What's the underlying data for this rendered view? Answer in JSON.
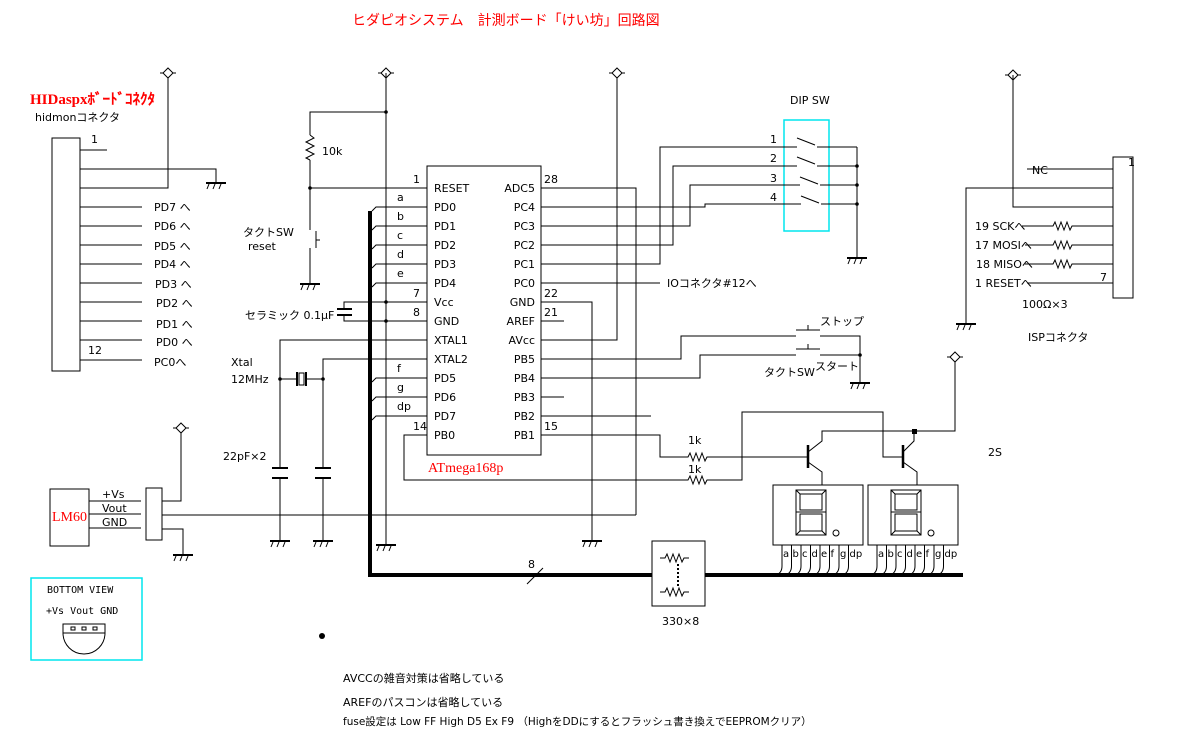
{
  "title": "ヒダピオシステム　計測ボード「けい坊」回路図",
  "hidaspx": {
    "title": "HIDaspxﾎﾞｰﾄﾞｺﾈｸﾀ",
    "subtitle": "hidmonコネクタ",
    "pin_first": "1",
    "pin_last": "12",
    "signals": [
      "PD7 へ",
      "PD6 へ",
      "PD5 へ",
      "PD4 へ",
      "PD3 へ",
      "PD2 へ",
      "PD1 へ",
      "PD0 へ",
      "PC0へ"
    ]
  },
  "reset": {
    "resistor": "10k",
    "switch_label": "タクトSW",
    "switch_name": "reset"
  },
  "bypass_cap": "セラミック  0.1μF",
  "xtal": {
    "label": "Xtal",
    "freq": "12MHz",
    "caps": "22pF×2"
  },
  "mcu": {
    "name": "ATmega168p",
    "left_pins": [
      {
        "num": "1",
        "net": "",
        "name": "RESET"
      },
      {
        "num": "",
        "net": "a",
        "name": "PD0"
      },
      {
        "num": "",
        "net": "b",
        "name": "PD1"
      },
      {
        "num": "",
        "net": "c",
        "name": "PD2"
      },
      {
        "num": "",
        "net": "d",
        "name": "PD3"
      },
      {
        "num": "",
        "net": "e",
        "name": "PD4"
      },
      {
        "num": "7",
        "net": "",
        "name": "Vcc"
      },
      {
        "num": "8",
        "net": "",
        "name": "GND"
      },
      {
        "num": "",
        "net": "",
        "name": "XTAL1"
      },
      {
        "num": "",
        "net": "",
        "name": "XTAL2"
      },
      {
        "num": "",
        "net": "f",
        "name": "PD5"
      },
      {
        "num": "",
        "net": "g",
        "name": "PD6"
      },
      {
        "num": "",
        "net": "dp",
        "name": "PD7"
      },
      {
        "num": "14",
        "net": "",
        "name": "PB0"
      }
    ],
    "right_pins": [
      {
        "num": "28",
        "name": "ADC5"
      },
      {
        "num": "",
        "name": "PC4"
      },
      {
        "num": "",
        "name": "PC3"
      },
      {
        "num": "",
        "name": "PC2"
      },
      {
        "num": "",
        "name": "PC1"
      },
      {
        "num": "",
        "name": "PC0"
      },
      {
        "num": "22",
        "name": "GND"
      },
      {
        "num": "21",
        "name": "AREF"
      },
      {
        "num": "",
        "name": "AVcc"
      },
      {
        "num": "",
        "name": "PB5"
      },
      {
        "num": "",
        "name": "PB4"
      },
      {
        "num": "",
        "name": "PB3"
      },
      {
        "num": "",
        "name": "PB2"
      },
      {
        "num": "15",
        "name": "PB1"
      }
    ]
  },
  "dip": {
    "title": "DIP  SW",
    "numbers": [
      "1",
      "2",
      "3",
      "4"
    ]
  },
  "io_connector": "IOコネクタ#12へ",
  "tact": {
    "stop": "ストップ",
    "start": "スタート",
    "label": "タクトSW"
  },
  "isp": {
    "nc": "NC",
    "pin_first": "1",
    "pin_last": "7",
    "signals": [
      "19 SCKへ",
      "17 MOSIへ",
      "18 MISOへ",
      "1 RESETへ"
    ],
    "resistors": "100Ω×3",
    "title": "ISPコネクタ"
  },
  "transistors": {
    "base_r1": "1k",
    "base_r2": "1k",
    "type_partial": "2S"
  },
  "display_pins": [
    "a",
    "b",
    "c",
    "d",
    "e",
    "f",
    "g",
    "dp"
  ],
  "resistor_pack": "330×8",
  "bus_width": "8",
  "lm60": {
    "name": "LM60",
    "pins": [
      "+Vs",
      "Vout",
      "GND"
    ]
  },
  "bottom_view": {
    "title": "BOTTOM VIEW",
    "pins": "+Vs  Vout  GND"
  },
  "notes": [
    "AVCCの雑音対策は省略している",
    "AREFのパスコンは省略している",
    "fuse設定は   Low FF   High D5   Ex F9  （HighをDDにするとフラッシュ書き換えでEEPROMクリア）"
  ],
  "colors": {
    "title": "#ff0000",
    "highlight_box": "#00e5ee",
    "wire": "#000000"
  }
}
